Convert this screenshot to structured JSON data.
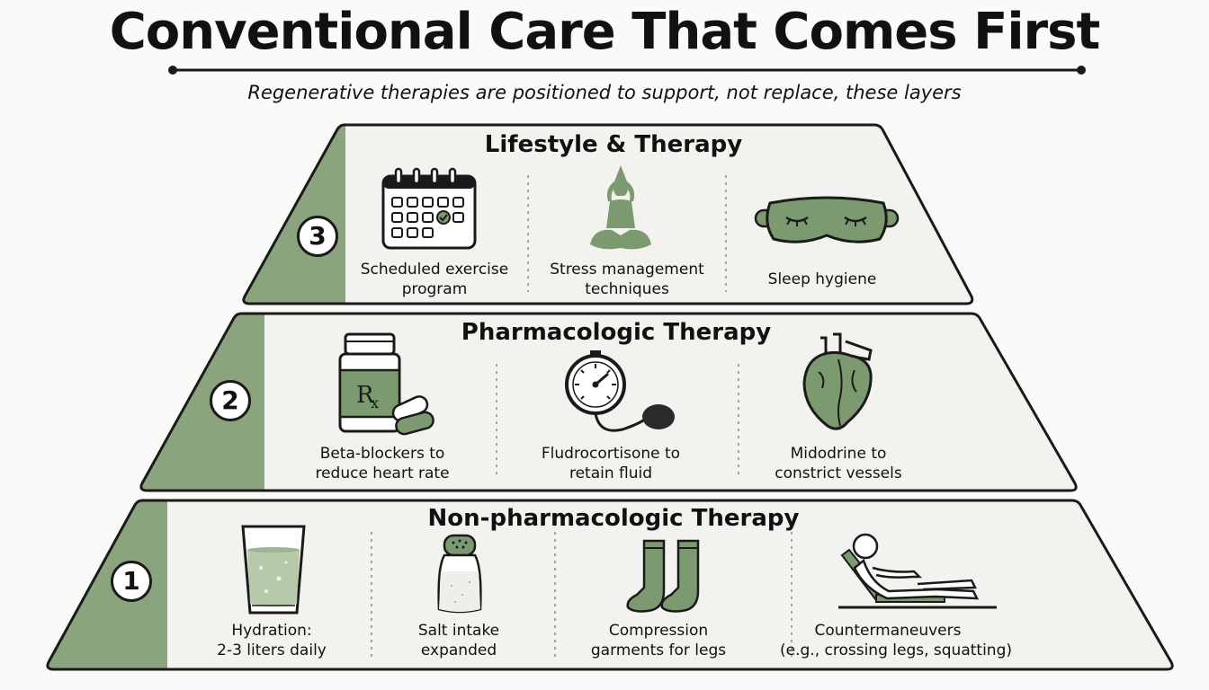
{
  "title": "Conventional Care That Comes First",
  "subtitle": "Regenerative therapies are positioned to support, not replace, these layers",
  "colors": {
    "accent_green": "#8aa57e",
    "icon_green": "#7b9a70",
    "panel_fill": "#f2f2ee",
    "outline": "#1a1a1a"
  },
  "tiers": [
    {
      "number": "3",
      "title": "Lifestyle & Therapy",
      "items": [
        {
          "icon": "calendar-icon",
          "label_line1": "Scheduled exercise",
          "label_line2": "program"
        },
        {
          "icon": "meditation-icon",
          "label_line1": "Stress management",
          "label_line2": "techniques"
        },
        {
          "icon": "sleep-mask-icon",
          "label_line1": "Sleep hygiene",
          "label_line2": ""
        }
      ]
    },
    {
      "number": "2",
      "title": "Pharmacologic Therapy",
      "items": [
        {
          "icon": "pill-bottle-icon",
          "label_line1": "Beta-blockers to",
          "label_line2": "reduce heart rate"
        },
        {
          "icon": "blood-pressure-gauge-icon",
          "label_line1": "Fludrocortisone to",
          "label_line2": "retain fluid"
        },
        {
          "icon": "heart-icon",
          "label_line1": "Midodrine to",
          "label_line2": "constrict vessels"
        }
      ]
    },
    {
      "number": "1",
      "title": "Non-pharmacologic Therapy",
      "items": [
        {
          "icon": "water-glass-icon",
          "label_line1": "Hydration:",
          "label_line2": "2-3 liters daily"
        },
        {
          "icon": "salt-shaker-icon",
          "label_line1": "Salt intake",
          "label_line2": "expanded"
        },
        {
          "icon": "compression-socks-icon",
          "label_line1": "Compression",
          "label_line2": "garments for legs"
        },
        {
          "icon": "reclining-person-icon",
          "label_line1": "Countermaneuvers",
          "label_line2": "(e.g., crossing legs, squatting)"
        }
      ]
    }
  ]
}
